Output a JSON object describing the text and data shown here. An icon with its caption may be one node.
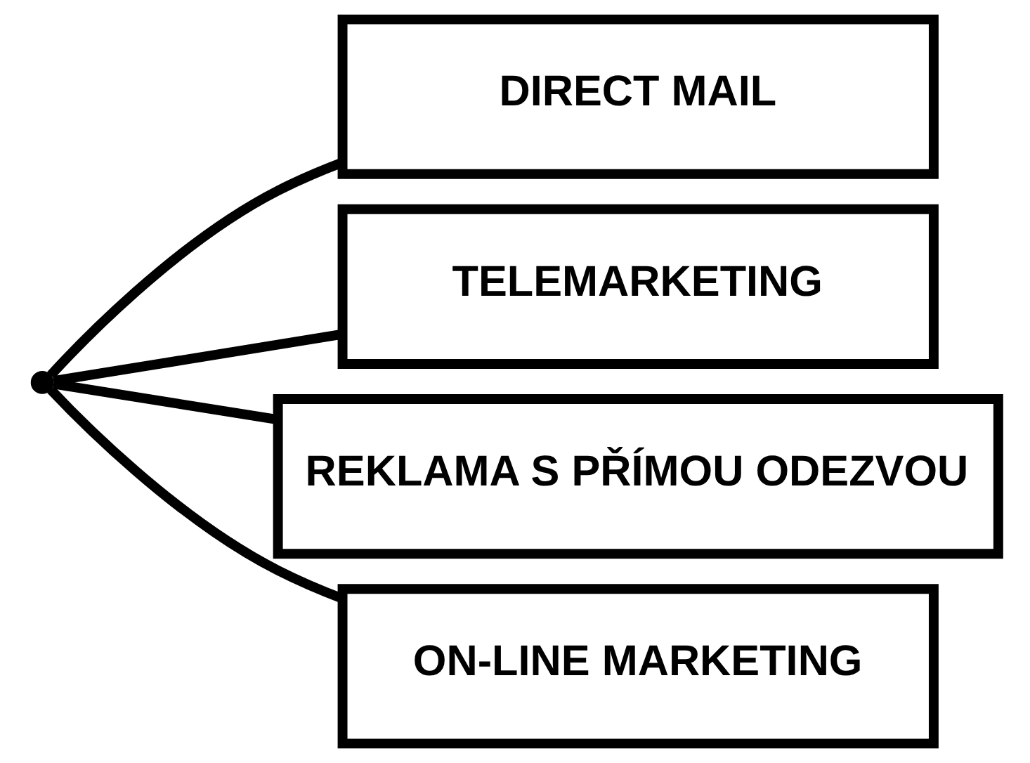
{
  "diagram": {
    "nodes": [
      {
        "text": [],
        "shape": "point"
      },
      {
        "text": [
          "DIRECT MAIL"
        ]
      },
      {
        "text": [
          "TELEMARKETING"
        ]
      },
      {
        "text": [
          "REKLAMA S PŘÍMOU ODEZVOU"
        ]
      },
      {
        "text": [
          "ON-LINE MARKETING"
        ]
      }
    ],
    "edges": [
      {
        "from": 0,
        "to": 1,
        "arrow": "none"
      },
      {
        "from": 0,
        "to": 2,
        "arrow": "none"
      },
      {
        "from": 0,
        "to": 3,
        "arrow": "none"
      },
      {
        "from": 0,
        "to": 4,
        "arrow": "none"
      }
    ]
  }
}
